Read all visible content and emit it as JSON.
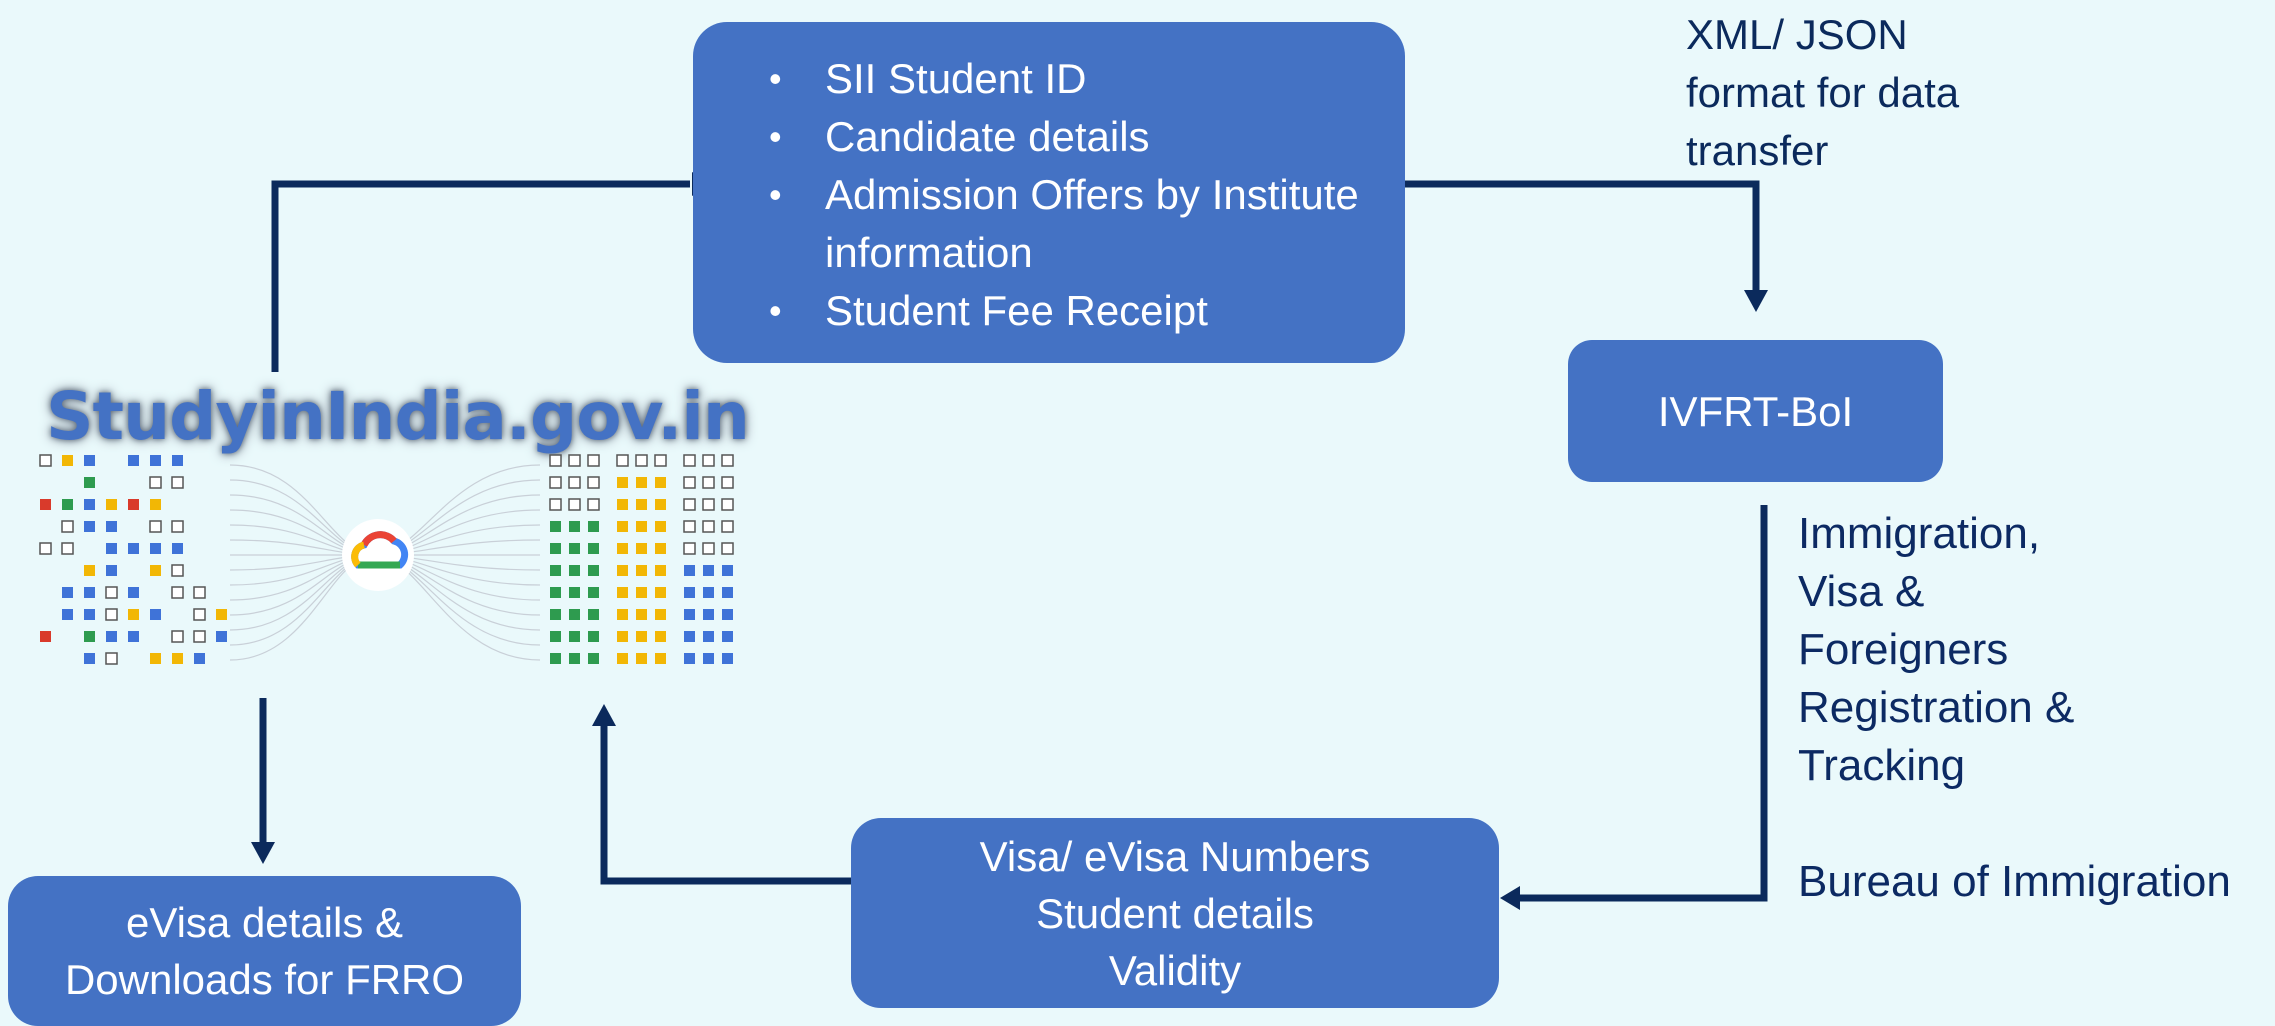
{
  "sii_box": {
    "items": [
      "SII Student ID",
      "Candidate details",
      "Admission Offers by Institute information",
      "Student Fee Receipt"
    ]
  },
  "xml_note": {
    "lines": [
      "XML/ JSON",
      "format for data",
      "transfer"
    ]
  },
  "ivfrt_box": {
    "label": "IVFRT-BoI"
  },
  "bureau_note": {
    "lines": [
      "Immigration,",
      "Visa &",
      "Foreigners",
      "Registration &",
      "Tracking",
      "",
      "Bureau of Immigration"
    ]
  },
  "visa_box": {
    "lines": [
      "Visa/ eVisa Numbers",
      "Student details",
      "Validity"
    ]
  },
  "evisa_box": {
    "lines": [
      "eVisa details &",
      "Downloads for FRRO"
    ]
  },
  "site": {
    "title": "StudyinIndia.gov.in"
  },
  "icons": [
    "cloud-logo-icon"
  ],
  "colors": {
    "background": "#eaf9fb",
    "box_fill": "#4472c4",
    "arrow": "#0b2a5c",
    "grid_green": "#2e9b4f",
    "grid_yellow": "#f2b705",
    "grid_blue": "#3f73d8",
    "grid_red": "#d93a2b"
  }
}
